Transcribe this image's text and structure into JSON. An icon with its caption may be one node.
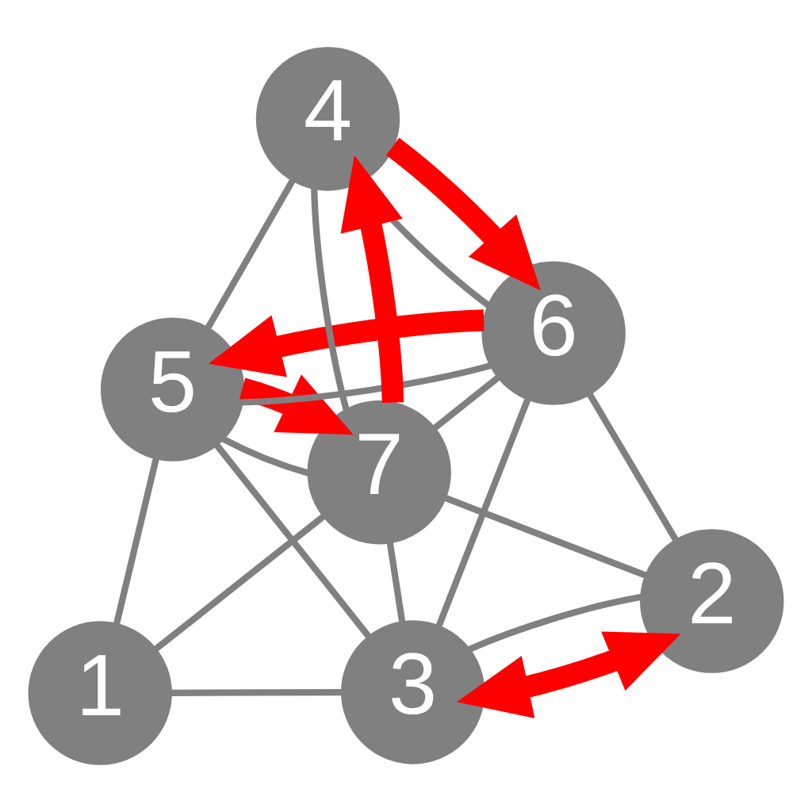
{
  "diagram": {
    "nodes": [
      {
        "text": [
          "1"
        ]
      },
      {
        "text": [
          "2"
        ]
      },
      {
        "text": [
          "3"
        ]
      },
      {
        "text": [
          "4"
        ]
      },
      {
        "text": [
          "5"
        ]
      },
      {
        "text": [
          "6"
        ]
      },
      {
        "text": [
          "7"
        ]
      }
    ],
    "edges": [
      {
        "from": 0,
        "to": 2,
        "arrow": "none"
      },
      {
        "from": 2,
        "to": 1,
        "arrow": "none"
      },
      {
        "from": 1,
        "to": 5,
        "arrow": "none"
      },
      {
        "from": 5,
        "to": 3,
        "arrow": "none"
      },
      {
        "from": 0,
        "to": 4,
        "arrow": "none"
      },
      {
        "from": 4,
        "to": 3,
        "arrow": "none"
      },
      {
        "from": 0,
        "to": 6,
        "arrow": "none"
      },
      {
        "from": 6,
        "to": 5,
        "arrow": "none"
      },
      {
        "from": 1,
        "to": 6,
        "arrow": "none"
      },
      {
        "from": 6,
        "to": 4,
        "arrow": "none"
      },
      {
        "from": 2,
        "to": 6,
        "arrow": "none"
      },
      {
        "from": 6,
        "to": 3,
        "arrow": "none"
      },
      {
        "from": 2,
        "to": 5,
        "arrow": "none"
      },
      {
        "from": 5,
        "to": 4,
        "arrow": "none"
      },
      {
        "from": 4,
        "to": 2,
        "arrow": "none"
      },
      {
        "from": 1,
        "to": 2,
        "arrow": "both",
        "style": "thick",
        "color": "#ff0000"
      },
      {
        "from": 5,
        "to": 4,
        "arrow": "to",
        "style": "thick",
        "color": "#ff0000"
      },
      {
        "from": 4,
        "to": 6,
        "arrow": "to",
        "style": "thick",
        "color": "#ff0000"
      },
      {
        "from": 6,
        "to": 3,
        "arrow": "to",
        "style": "thick",
        "color": "#ff0000"
      },
      {
        "from": 3,
        "to": 5,
        "arrow": "to",
        "style": "thick",
        "color": "#ff0000"
      }
    ]
  }
}
